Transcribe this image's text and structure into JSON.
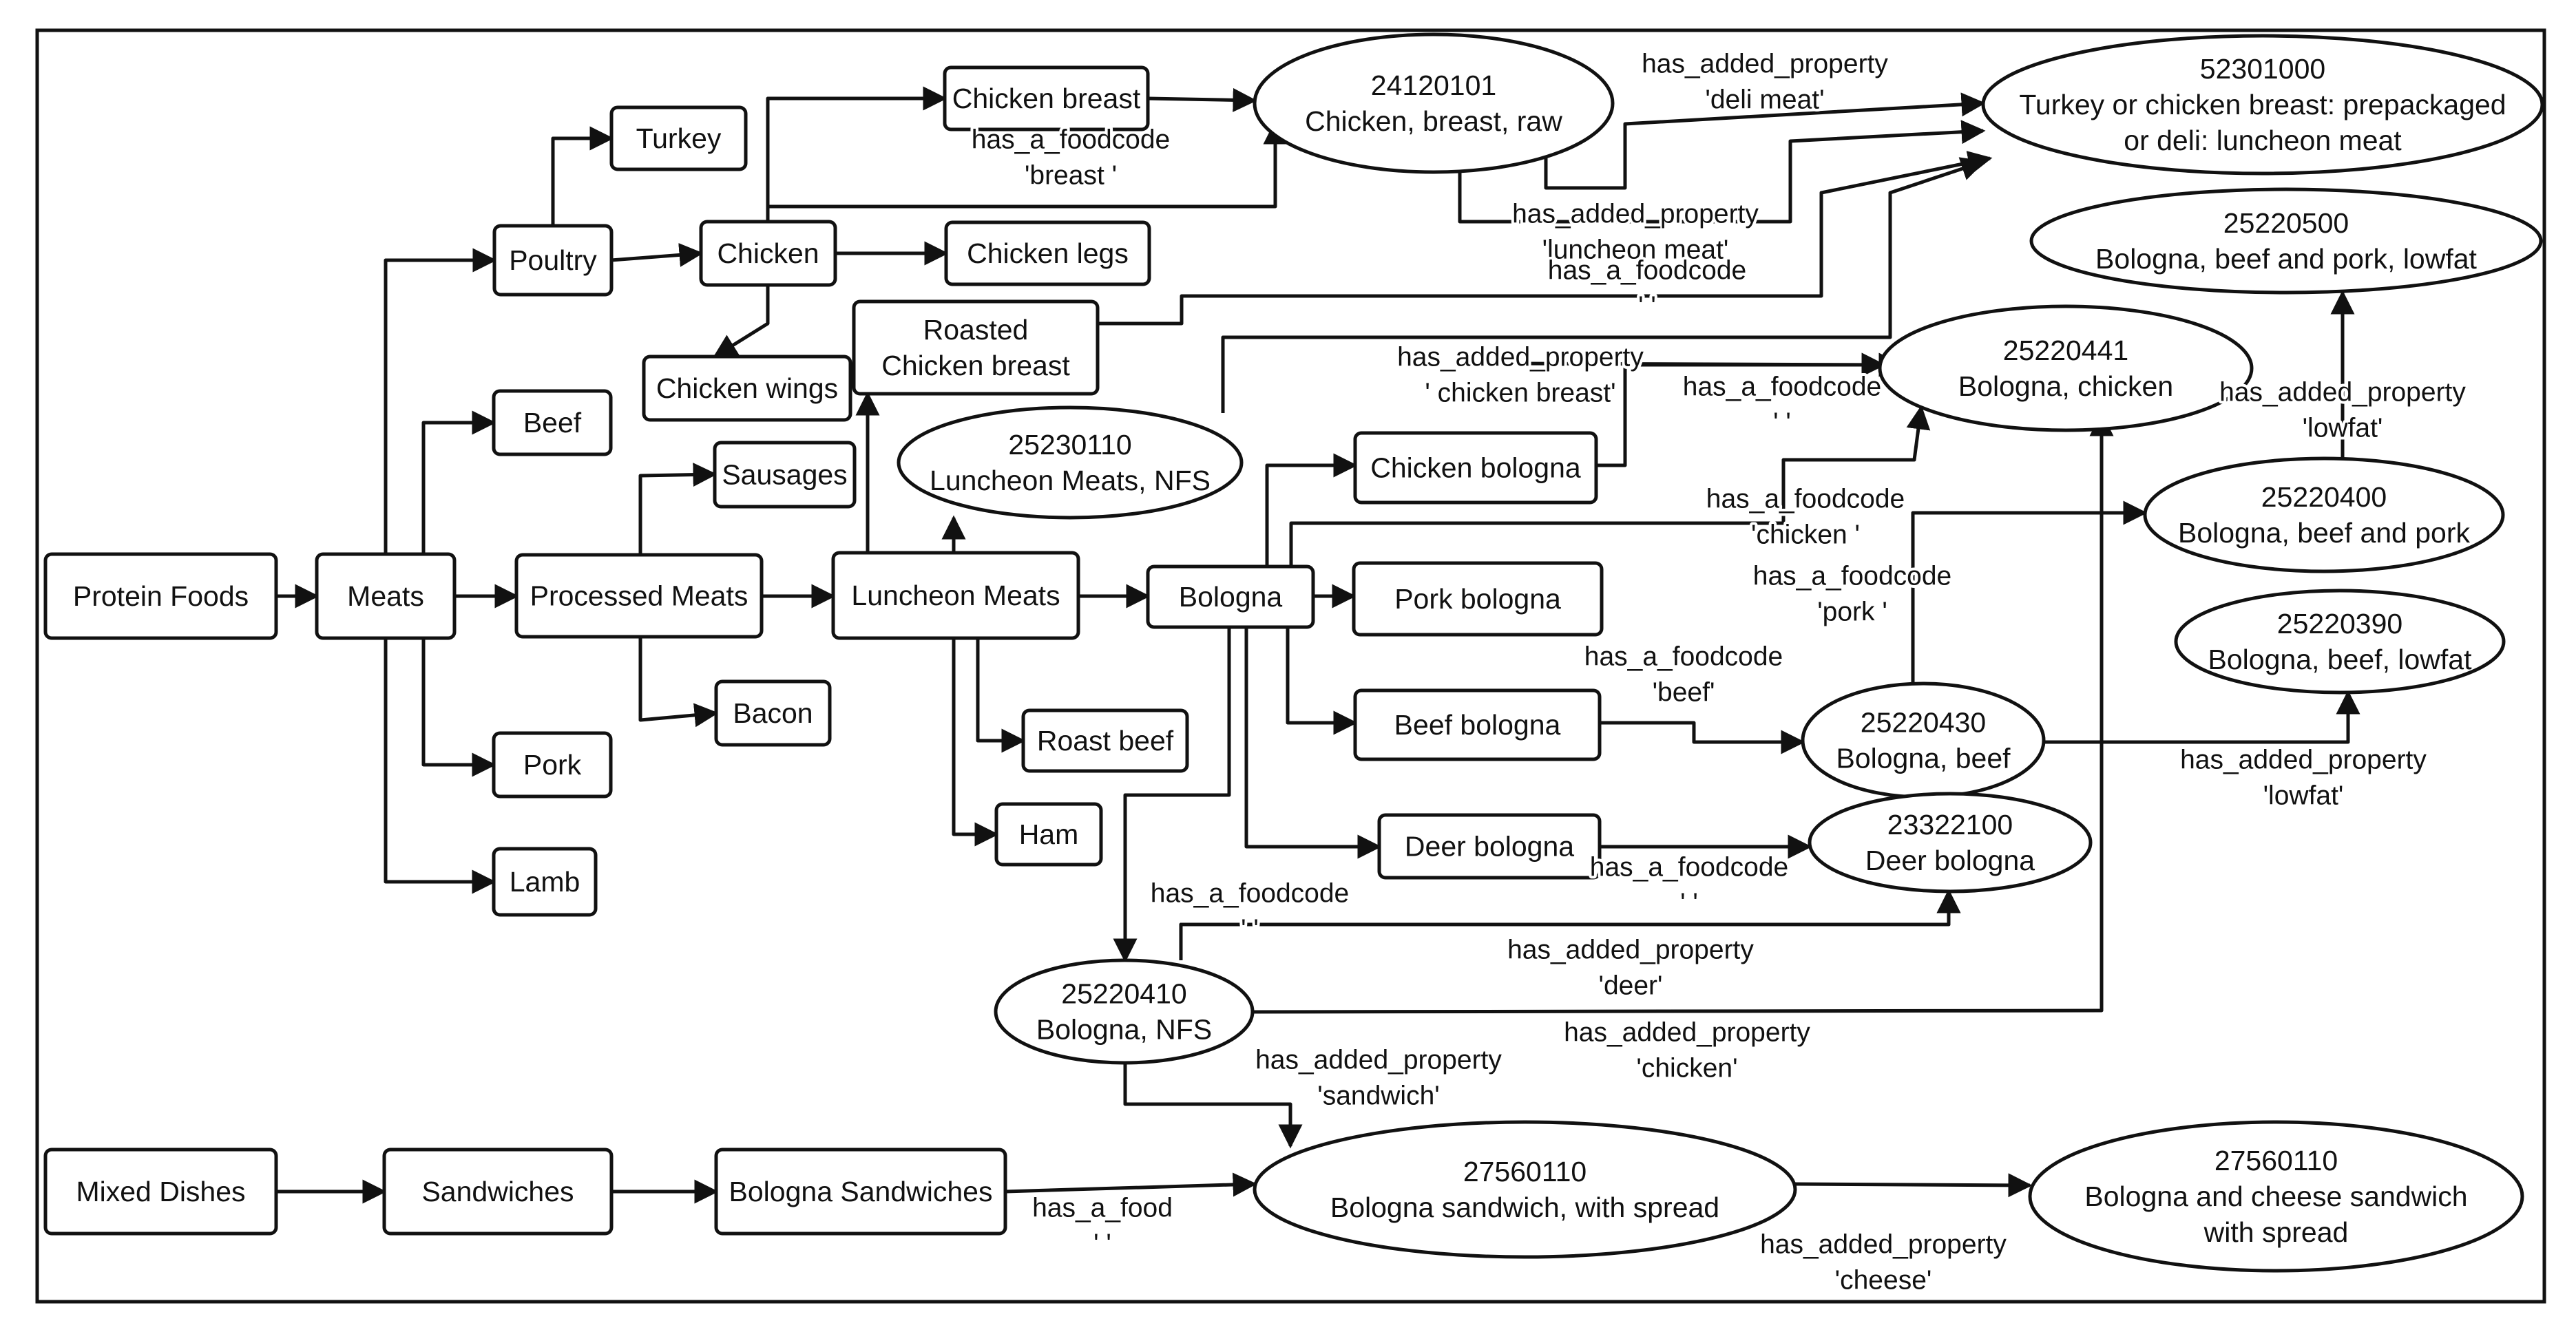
{
  "nodes": [
    {
      "id": "protein_foods",
      "shape": "rect",
      "lines": [
        "Protein Foods"
      ]
    },
    {
      "id": "meats",
      "shape": "rect",
      "lines": [
        "Meats"
      ]
    },
    {
      "id": "poultry",
      "shape": "rect",
      "lines": [
        "Poultry"
      ]
    },
    {
      "id": "turkey",
      "shape": "rect",
      "lines": [
        "Turkey"
      ]
    },
    {
      "id": "chicken",
      "shape": "rect",
      "lines": [
        "Chicken"
      ]
    },
    {
      "id": "chicken_breast",
      "shape": "rect",
      "lines": [
        "Chicken breast"
      ]
    },
    {
      "id": "chicken_legs",
      "shape": "rect",
      "lines": [
        "Chicken legs"
      ]
    },
    {
      "id": "chicken_wings",
      "shape": "rect",
      "lines": [
        "Chicken wings"
      ]
    },
    {
      "id": "roasted_chicken_breast",
      "shape": "rect",
      "lines": [
        "Roasted",
        "Chicken breast"
      ]
    },
    {
      "id": "beef",
      "shape": "rect",
      "lines": [
        "Beef"
      ]
    },
    {
      "id": "processed_meats",
      "shape": "rect",
      "lines": [
        "Processed Meats"
      ]
    },
    {
      "id": "sausages",
      "shape": "rect",
      "lines": [
        "Sausages"
      ]
    },
    {
      "id": "bacon",
      "shape": "rect",
      "lines": [
        "Bacon"
      ]
    },
    {
      "id": "pork",
      "shape": "rect",
      "lines": [
        "Pork"
      ]
    },
    {
      "id": "lamb",
      "shape": "rect",
      "lines": [
        "Lamb"
      ]
    },
    {
      "id": "luncheon_meats",
      "shape": "rect",
      "lines": [
        "Luncheon Meats"
      ]
    },
    {
      "id": "roast_beef",
      "shape": "rect",
      "lines": [
        "Roast beef"
      ]
    },
    {
      "id": "ham",
      "shape": "rect",
      "lines": [
        "Ham"
      ]
    },
    {
      "id": "bologna",
      "shape": "rect",
      "lines": [
        "Bologna"
      ]
    },
    {
      "id": "chicken_bologna",
      "shape": "rect",
      "lines": [
        "Chicken bologna"
      ]
    },
    {
      "id": "pork_bologna",
      "shape": "rect",
      "lines": [
        "Pork bologna"
      ]
    },
    {
      "id": "beef_bologna",
      "shape": "rect",
      "lines": [
        "Beef bologna"
      ]
    },
    {
      "id": "deer_bologna",
      "shape": "rect",
      "lines": [
        "Deer bologna"
      ]
    },
    {
      "id": "mixed_dishes",
      "shape": "rect",
      "lines": [
        "Mixed Dishes"
      ]
    },
    {
      "id": "sandwiches",
      "shape": "rect",
      "lines": [
        "Sandwiches"
      ]
    },
    {
      "id": "bologna_sandwiches",
      "shape": "rect",
      "lines": [
        "Bologna Sandwiches"
      ]
    },
    {
      "id": "fc_24120101",
      "shape": "ellipse",
      "lines": [
        "24120101",
        "Chicken, breast, raw"
      ]
    },
    {
      "id": "fc_52301000",
      "shape": "ellipse",
      "lines": [
        "52301000",
        "Turkey or chicken breast: prepackaged",
        "or deli: luncheon meat"
      ]
    },
    {
      "id": "fc_25220500",
      "shape": "ellipse",
      "lines": [
        "25220500",
        "Bologna, beef and pork, lowfat"
      ]
    },
    {
      "id": "fc_25220441",
      "shape": "ellipse",
      "lines": [
        "25220441",
        "Bologna, chicken"
      ]
    },
    {
      "id": "fc_25230110",
      "shape": "ellipse",
      "lines": [
        "25230110",
        "Luncheon Meats, NFS"
      ]
    },
    {
      "id": "fc_25220400",
      "shape": "ellipse",
      "lines": [
        "25220400",
        "Bologna, beef and pork"
      ]
    },
    {
      "id": "fc_25220390",
      "shape": "ellipse",
      "lines": [
        "25220390",
        "Bologna, beef, lowfat"
      ]
    },
    {
      "id": "fc_25220430",
      "shape": "ellipse",
      "lines": [
        "25220430",
        "Bologna, beef"
      ]
    },
    {
      "id": "fc_23322100",
      "shape": "ellipse",
      "lines": [
        "23322100",
        "Deer bologna"
      ]
    },
    {
      "id": "fc_25220410",
      "shape": "ellipse",
      "lines": [
        "25220410",
        "Bologna, NFS"
      ]
    },
    {
      "id": "fc_27560110_sandwich",
      "shape": "ellipse",
      "lines": [
        "27560110",
        "Bologna sandwich, with spread"
      ]
    },
    {
      "id": "fc_27560110_cheese",
      "shape": "ellipse",
      "lines": [
        "27560110",
        "Bologna and cheese sandwich",
        "with spread"
      ]
    }
  ],
  "edges": [
    {
      "from": "protein_foods",
      "to": "meats",
      "lines": []
    },
    {
      "from": "meats",
      "to": "poultry",
      "lines": []
    },
    {
      "from": "meats",
      "to": "beef",
      "lines": []
    },
    {
      "from": "meats",
      "to": "processed_meats",
      "lines": []
    },
    {
      "from": "meats",
      "to": "pork",
      "lines": []
    },
    {
      "from": "meats",
      "to": "lamb",
      "lines": []
    },
    {
      "from": "poultry",
      "to": "turkey",
      "lines": []
    },
    {
      "from": "poultry",
      "to": "chicken",
      "lines": []
    },
    {
      "from": "chicken",
      "to": "chicken_breast",
      "lines": []
    },
    {
      "from": "chicken",
      "to": "chicken_legs",
      "lines": []
    },
    {
      "from": "chicken",
      "to": "chicken_wings",
      "lines": []
    },
    {
      "from": "chicken",
      "to": "fc_24120101",
      "lines": []
    },
    {
      "from": "chicken_breast",
      "to": "fc_24120101",
      "lines": [
        "has_a_foodcode",
        "'breast '"
      ]
    },
    {
      "from": "fc_24120101",
      "to": "fc_52301000",
      "lines": [
        "has_added_property",
        "'deli meat'"
      ]
    },
    {
      "from": "fc_24120101",
      "to": "fc_52301000",
      "lines": [
        "has_added_property",
        "'luncheon meat'"
      ]
    },
    {
      "from": "roasted_chicken_breast",
      "to": "fc_52301000",
      "lines": [
        "has_a_foodcode",
        "' '"
      ]
    },
    {
      "from": "fc_25230110",
      "to": "fc_52301000",
      "lines": []
    },
    {
      "from": "processed_meats",
      "to": "sausages",
      "lines": []
    },
    {
      "from": "processed_meats",
      "to": "bacon",
      "lines": []
    },
    {
      "from": "processed_meats",
      "to": "luncheon_meats",
      "lines": []
    },
    {
      "from": "luncheon_meats",
      "to": "roasted_chicken_breast",
      "lines": []
    },
    {
      "from": "luncheon_meats",
      "to": "fc_25230110",
      "lines": []
    },
    {
      "from": "luncheon_meats",
      "to": "roast_beef",
      "lines": []
    },
    {
      "from": "luncheon_meats",
      "to": "ham",
      "lines": []
    },
    {
      "from": "luncheon_meats",
      "to": "bologna",
      "lines": []
    },
    {
      "from": "bologna",
      "to": "chicken_bologna",
      "lines": []
    },
    {
      "from": "bologna",
      "to": "pork_bologna",
      "lines": []
    },
    {
      "from": "bologna",
      "to": "beef_bologna",
      "lines": []
    },
    {
      "from": "bologna",
      "to": "deer_bologna",
      "lines": []
    },
    {
      "from": "bologna",
      "to": "fc_25220410",
      "lines": []
    },
    {
      "from": "bologna",
      "to": "fc_25220441",
      "lines": [
        "has_added_property",
        "' chicken breast'"
      ]
    },
    {
      "from": "chicken_bologna",
      "to": "fc_25220441",
      "lines": [
        "has_a_foodcode",
        "' '"
      ]
    },
    {
      "from": "bologna",
      "to": "fc_25220441",
      "lines": [
        "has_a_foodcode",
        "'chicken '"
      ]
    },
    {
      "from": "beef_bologna",
      "to": "fc_25220430",
      "lines": [
        "has_a_foodcode",
        "'beef'"
      ]
    },
    {
      "from": "fc_25220430",
      "to": "fc_25220400",
      "lines": [
        "has_a_foodcode",
        "'pork '"
      ]
    },
    {
      "from": "fc_25220430",
      "to": "fc_25220390",
      "lines": [
        "has_added_property",
        "'lowfat'"
      ]
    },
    {
      "from": "fc_25220400",
      "to": "fc_25220500",
      "lines": [
        "has_added_property",
        "'lowfat'"
      ]
    },
    {
      "from": "deer_bologna",
      "to": "fc_23322100",
      "lines": [
        "has_a_foodcode",
        "' '"
      ]
    },
    {
      "from": "fc_25220410",
      "to": "fc_23322100",
      "lines": [
        "has_a_foodcode",
        "' '"
      ]
    },
    {
      "from": "fc_25220410",
      "to": "fc_23322100",
      "lines": [
        "has_added_property",
        "'deer'"
      ]
    },
    {
      "from": "fc_25220410",
      "to": "fc_25220441",
      "lines": [
        "has_added_property",
        "'chicken'"
      ]
    },
    {
      "from": "fc_25220410",
      "to": "fc_27560110_sandwich",
      "lines": [
        "has_added_property",
        "'sandwich'"
      ]
    },
    {
      "from": "mixed_dishes",
      "to": "sandwiches",
      "lines": []
    },
    {
      "from": "sandwiches",
      "to": "bologna_sandwiches",
      "lines": []
    },
    {
      "from": "bologna_sandwiches",
      "to": "fc_27560110_sandwich",
      "lines": [
        "has_a_food",
        "' '"
      ]
    },
    {
      "from": "fc_27560110_sandwich",
      "to": "fc_27560110_cheese",
      "lines": [
        "has_added_property",
        "'cheese'"
      ]
    }
  ]
}
